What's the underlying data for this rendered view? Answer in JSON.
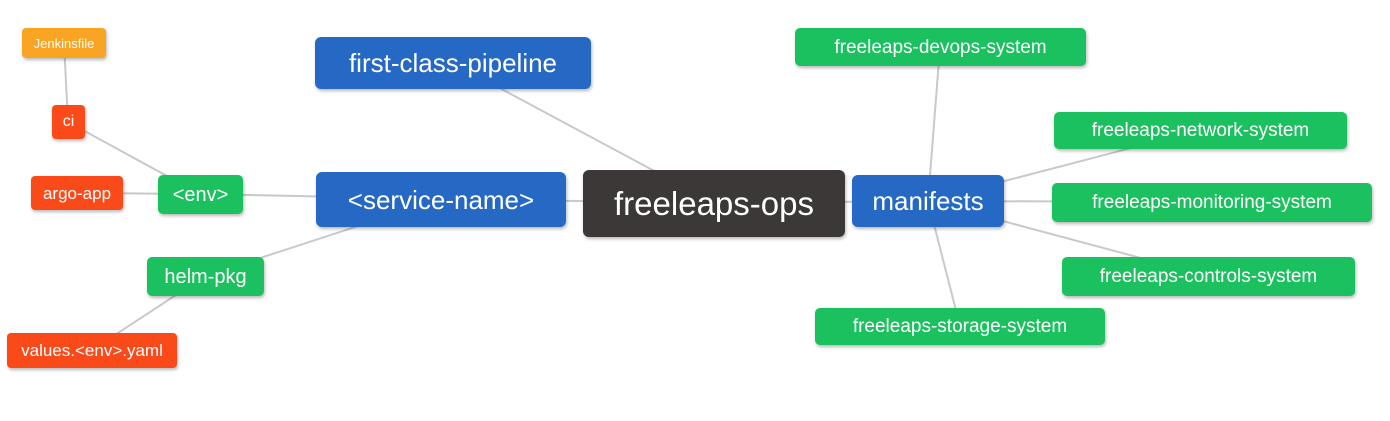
{
  "diagram": {
    "type": "mindmap",
    "root_label": "freeleaps-ops",
    "palette": {
      "blue": "#2569c4",
      "green": "#1bc15f",
      "red": "#fb4a1a",
      "orange": "#faa423",
      "dark": "#3c3838",
      "edge_line": "#c9c9c9",
      "background": "#ffffff",
      "node_text": "#ffffff"
    },
    "nodes": [
      {
        "id": "jenkinsfile",
        "label": "Jenkinsfile",
        "color": "orange"
      },
      {
        "id": "ci",
        "label": "ci",
        "color": "red"
      },
      {
        "id": "argo-app",
        "label": "argo-app",
        "color": "red"
      },
      {
        "id": "env",
        "label": "<env>",
        "color": "green"
      },
      {
        "id": "helm-pkg",
        "label": "helm-pkg",
        "color": "green"
      },
      {
        "id": "values-env-yaml",
        "label": "values.<env>.yaml",
        "color": "red"
      },
      {
        "id": "first-class-pipeline",
        "label": "first-class-pipeline",
        "color": "blue"
      },
      {
        "id": "service-name",
        "label": "<service-name>",
        "color": "blue"
      },
      {
        "id": "freeleaps-ops",
        "label": "freeleaps-ops",
        "color": "dark"
      },
      {
        "id": "manifests",
        "label": "manifests",
        "color": "blue"
      },
      {
        "id": "freeleaps-devops-system",
        "label": "freeleaps-devops-system",
        "color": "green"
      },
      {
        "id": "freeleaps-network-system",
        "label": "freeleaps-network-system",
        "color": "green"
      },
      {
        "id": "freeleaps-monitoring-system",
        "label": "freeleaps-monitoring-system",
        "color": "green"
      },
      {
        "id": "freeleaps-controls-system",
        "label": "freeleaps-controls-system",
        "color": "green"
      },
      {
        "id": "freeleaps-storage-system",
        "label": "freeleaps-storage-system",
        "color": "green"
      }
    ],
    "edges": [
      [
        "Jenkinsfile",
        "ci"
      ],
      [
        "ci",
        "<env>"
      ],
      [
        "argo-app",
        "<env>"
      ],
      [
        "<env>",
        "<service-name>"
      ],
      [
        "helm-pkg",
        "<service-name>"
      ],
      [
        "values.<env>.yaml",
        "helm-pkg"
      ],
      [
        "first-class-pipeline",
        "freeleaps-ops"
      ],
      [
        "<service-name>",
        "freeleaps-ops"
      ],
      [
        "freeleaps-ops",
        "manifests"
      ],
      [
        "manifests",
        "freeleaps-devops-system"
      ],
      [
        "manifests",
        "freeleaps-network-system"
      ],
      [
        "manifests",
        "freeleaps-monitoring-system"
      ],
      [
        "manifests",
        "freeleaps-controls-system"
      ],
      [
        "manifests",
        "freeleaps-storage-system"
      ]
    ]
  }
}
